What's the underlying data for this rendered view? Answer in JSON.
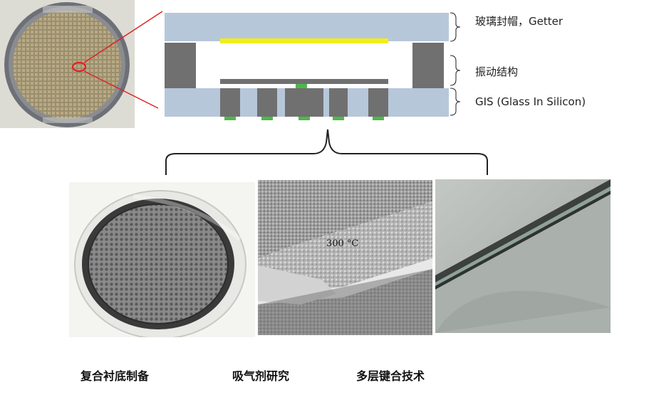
{
  "cross_section": {
    "labels": {
      "top_cap": "玻璃封帽，Getter",
      "vibrating_structure": "振动结构",
      "gis": "GIS (Glass In Silicon)"
    }
  },
  "photos": {
    "sem_temperature": "300 °C"
  },
  "captions": {
    "substrate": "复合衬底制备",
    "getter": "吸气剂研究",
    "bonding": "多层键合技术"
  },
  "colors": {
    "glass_layer": "#b7c7da",
    "silicon": "#707070",
    "getter": "#f2ee1a",
    "pad": "#4db84a",
    "highlight_ring": "#e02020"
  }
}
